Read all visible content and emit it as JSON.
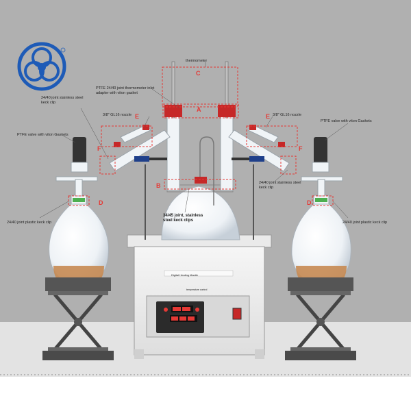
{
  "letters": {
    "a": "A",
    "b": "B",
    "c": "C",
    "d_left": "D",
    "d_right": "D",
    "e_left": "E",
    "e_right": "E",
    "f_left": "F",
    "f_right": "F"
  },
  "labels": {
    "thermometer": "thermometer",
    "thermometer_adapter": "PTFE 24/40 joint thermometer inlet adapter with viton gasket",
    "joint_keck_left": "24/40 joint stainless steel keck clip",
    "joint_keck_right": "24/40 joint stainless steel keck clip",
    "gl16_left": "3/8\" GL16 nozzle",
    "gl16_right": "3/8\" GL16 nozzle",
    "valve_left": "PTFE valve with viton Gaskets",
    "valve_right": "PTFE valve with viton Gaskets",
    "plastic_clip_left": "24/40 joint plastic keck clip",
    "plastic_clip_right": "24/40 joint plastic keck clip",
    "main_joint": "34/45 joint, stainless steel keck clips",
    "mantle_plate": "Digital Heating Mantle",
    "mantle_sub": "temperature control"
  },
  "colors": {
    "wall": "#b0b0b0",
    "floor": "#e3e3e3",
    "annotation": "#e53935",
    "logo_blue": "#1e5bb7"
  }
}
